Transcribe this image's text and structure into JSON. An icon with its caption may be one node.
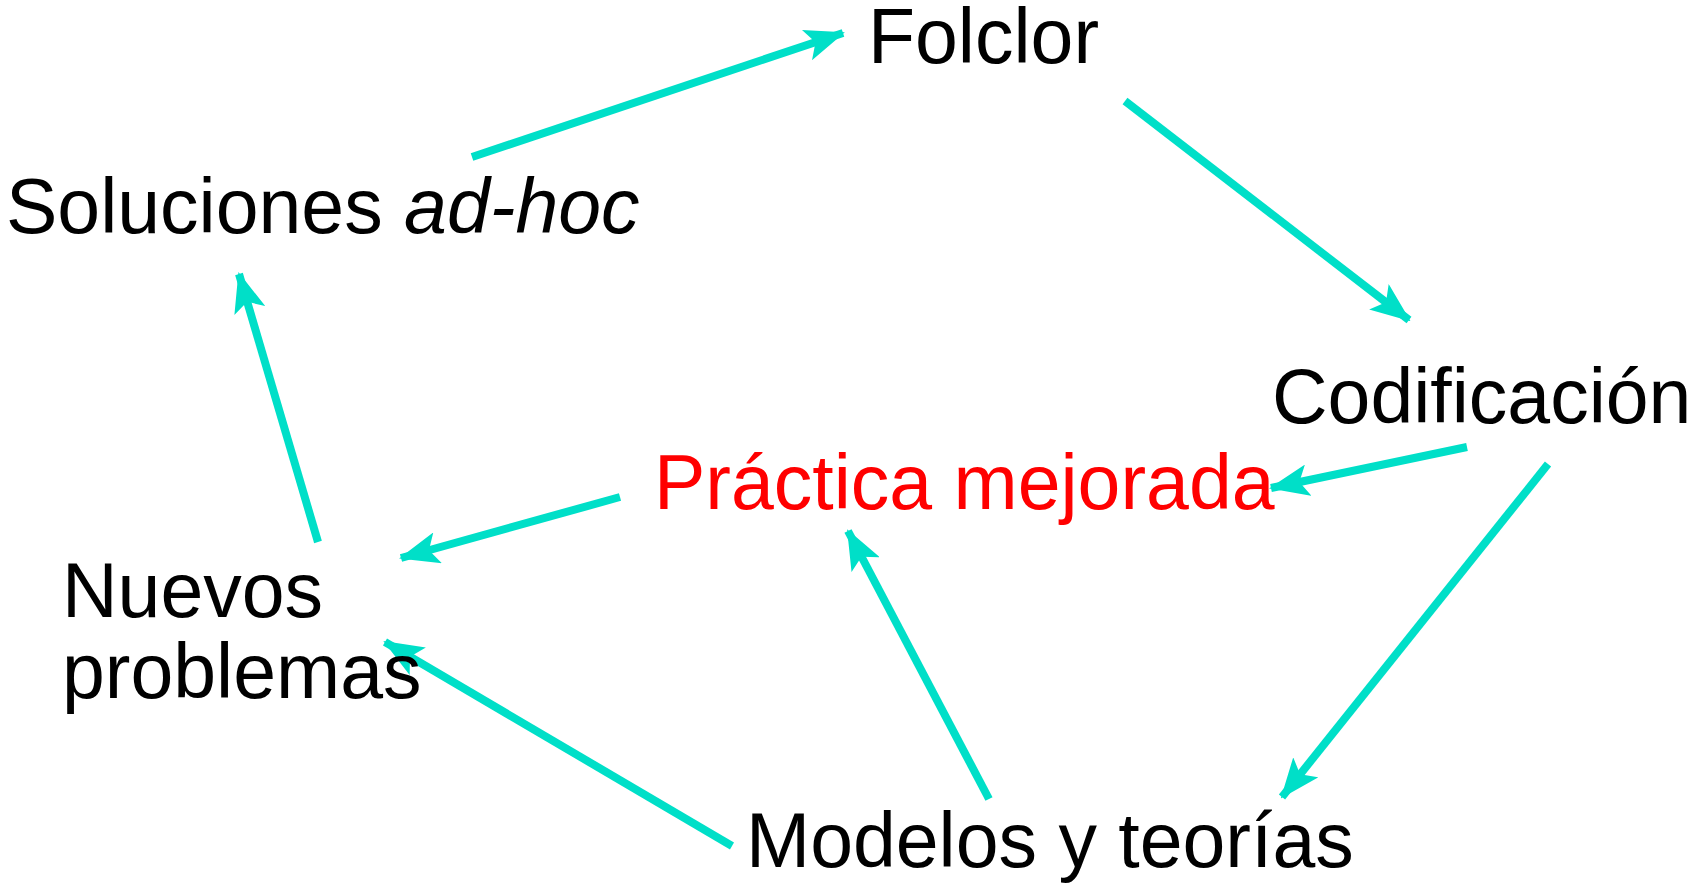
{
  "diagram": {
    "nodes": [
      {
        "text": [
          "Folclor"
        ]
      },
      {
        "text": [
          "Soluciones *ad-hoc*"
        ]
      },
      {
        "text": [
          "Codificación"
        ]
      },
      {
        "text": [
          "Práctica mejorada"
        ]
      },
      {
        "text": [
          "Nuevos problemas"
        ]
      },
      {
        "text": [
          "Modelos y teorías"
        ]
      }
    ],
    "edges": [
      {
        "from": 1,
        "to": 0,
        "arrow": "to"
      },
      {
        "from": 0,
        "to": 2,
        "arrow": "to"
      },
      {
        "from": 2,
        "to": 3,
        "arrow": "to"
      },
      {
        "from": 2,
        "to": 5,
        "arrow": "to"
      },
      {
        "from": 5,
        "to": 3,
        "arrow": "to"
      },
      {
        "from": 5,
        "to": 4,
        "arrow": "to"
      },
      {
        "from": 3,
        "to": 4,
        "arrow": "to"
      },
      {
        "from": 4,
        "to": 1,
        "arrow": "to"
      }
    ]
  }
}
